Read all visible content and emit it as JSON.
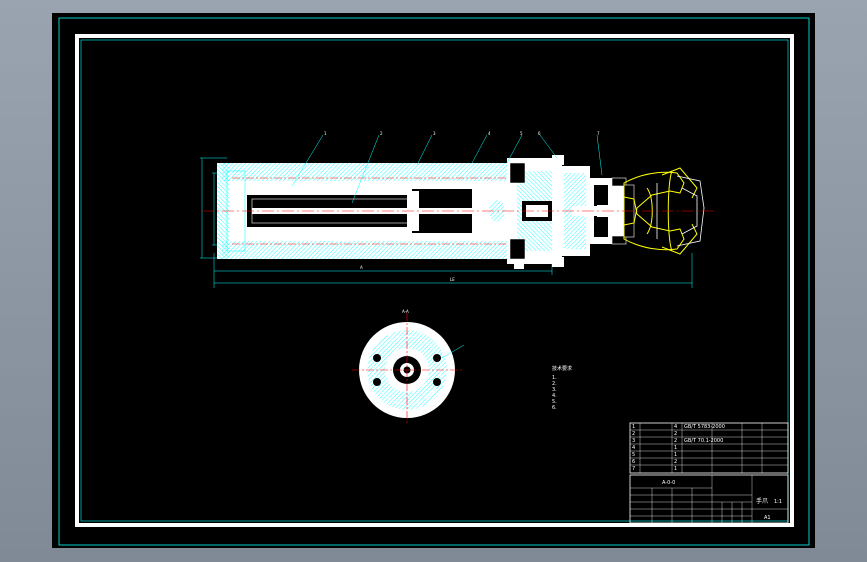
{
  "balloons": [
    "1",
    "2",
    "3",
    "4",
    "5",
    "6",
    "7"
  ],
  "section_label": "A-A",
  "dimensions": {
    "overall": "LE",
    "middle": "A"
  },
  "notes": {
    "title": "技术要求",
    "lines": [
      "1.",
      "2.",
      "3.",
      "4.",
      "5.",
      "6."
    ]
  },
  "title_block": {
    "drawing_name": "手爪",
    "scale": "1:1",
    "sheet": "A1",
    "part_code": "A-0-0",
    "rows": [
      [
        "1",
        "GB/T 5783-2000",
        "4",
        ""
      ],
      [
        "2",
        "",
        "2",
        ""
      ],
      [
        "3",
        "GB/T 70.1-2000",
        "2",
        ""
      ],
      [
        "4",
        "",
        "1",
        ""
      ],
      [
        "5",
        "",
        "1",
        ""
      ],
      [
        "6",
        "",
        "2",
        ""
      ],
      [
        "7",
        "",
        "1",
        ""
      ]
    ]
  },
  "colors": {
    "outline": "#00ffff",
    "frame": "#ffffff",
    "body": "#ffffff",
    "hatch": "#00ffff",
    "gripper": "#ffff00",
    "centerline": "#ff0000"
  }
}
